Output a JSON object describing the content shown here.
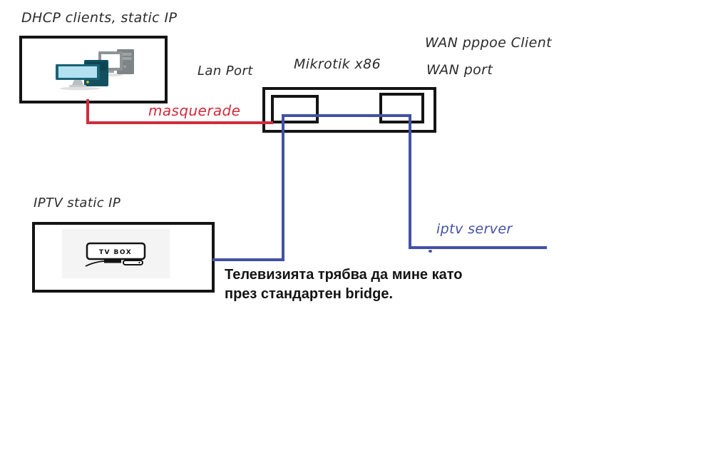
{
  "diagram": {
    "title_hint": "Mikrotik x86 IPTV bridge network diagram",
    "labels": {
      "dhcp_clients": "DHCP clients, static IP",
      "lan_port": "Lan Port",
      "router": "Mikrotik x86",
      "wan_pppoe": "WAN pppoe Client",
      "wan_port": "WAN port",
      "masquerade": "masquerade",
      "iptv_static": "IPTV static IP",
      "iptv_server": "iptv server",
      "tv_box": "TV BOX"
    },
    "note": {
      "line1": "Телевизията трябва да мине като",
      "line2": "през стандартен bridge."
    },
    "colors": {
      "box_stroke": "#141414",
      "masquerade_line": "#cf2d3c",
      "iptv_line": "#4351a5",
      "label_text": "#2b2b2b",
      "note_text": "#141414",
      "placeholder_bg": "#f4f4f4"
    },
    "icons": {
      "dhcp_box": "desktop-computers-icon",
      "iptv_box": "tv-set-top-box-icon"
    }
  }
}
